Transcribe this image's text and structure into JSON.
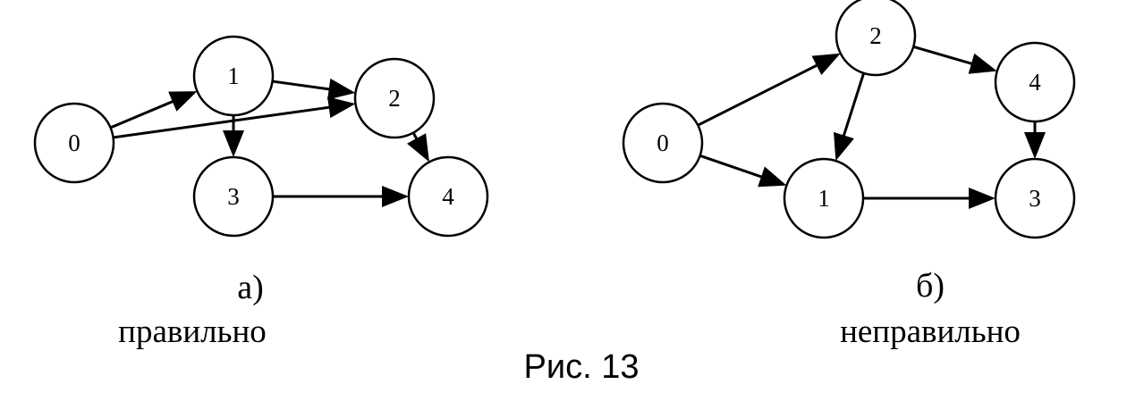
{
  "diagrams": [
    {
      "letter": "а)",
      "verdict": "правильно",
      "nodes": [
        {
          "label": "0"
        },
        {
          "label": "1"
        },
        {
          "label": "2"
        },
        {
          "label": "3"
        },
        {
          "label": "4"
        }
      ],
      "edges": [
        {
          "from": "0",
          "to": "1"
        },
        {
          "from": "0",
          "to": "2"
        },
        {
          "from": "1",
          "to": "2"
        },
        {
          "from": "1",
          "to": "3"
        },
        {
          "from": "3",
          "to": "4"
        },
        {
          "from": "2",
          "to": "4"
        }
      ]
    },
    {
      "letter": "б)",
      "verdict": "неправильно",
      "nodes": [
        {
          "label": "0"
        },
        {
          "label": "2"
        },
        {
          "label": "1"
        },
        {
          "label": "4"
        },
        {
          "label": "3"
        }
      ],
      "edges": [
        {
          "from": "0",
          "to": "2"
        },
        {
          "from": "0",
          "to": "1"
        },
        {
          "from": "2",
          "to": "1"
        },
        {
          "from": "2",
          "to": "4"
        },
        {
          "from": "4",
          "to": "3"
        },
        {
          "from": "1",
          "to": "3"
        }
      ]
    }
  ],
  "figure_caption": "Рис. 13",
  "colors": {
    "ink": "#000000",
    "background": "#ffffff"
  }
}
